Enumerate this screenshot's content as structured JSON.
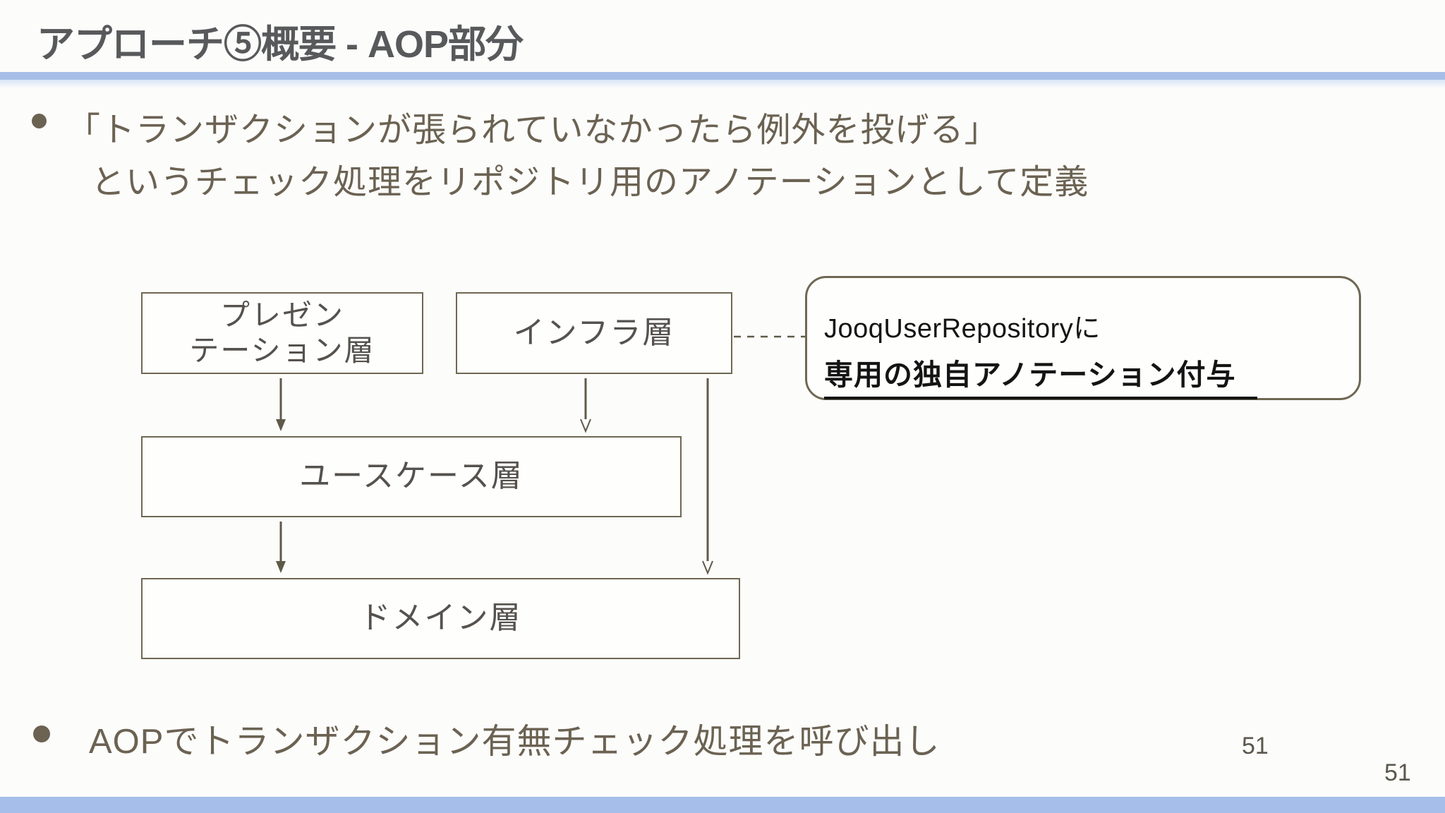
{
  "slide": {
    "title": "アプローチ⑤概要 - AOP部分",
    "page_number_inner": "51",
    "page_number_outer": "51"
  },
  "bullets": [
    {
      "lines": [
        "「トランザクションが張られていなかったら例外を投げる」",
        "というチェック処理をリポジトリ用のアノテーションとして定義"
      ]
    },
    {
      "lines": [
        "AOPでトランザクション有無チェック処理を呼び出し"
      ]
    }
  ],
  "diagram": {
    "boxes": {
      "presentation": {
        "line1": "プレゼン",
        "line2": "テーション層"
      },
      "infrastructure": {
        "label": "インフラ層"
      },
      "usecase": {
        "label": "ユースケース層"
      },
      "domain": {
        "label": "ドメイン層"
      }
    },
    "callout": {
      "line1": "JooqUserRepositoryに",
      "line2": "専用の独自アノテーション付与"
    }
  },
  "colors": {
    "accent_bar_blue": "#a6bee7",
    "bottom_bar_blue": "#a5bfea",
    "title_gray": "#58595b",
    "body_text_brown": "#6b6252",
    "diagram_stroke": "#6f6852",
    "diagram_text": "#55524d",
    "callout_text": "#141414"
  }
}
